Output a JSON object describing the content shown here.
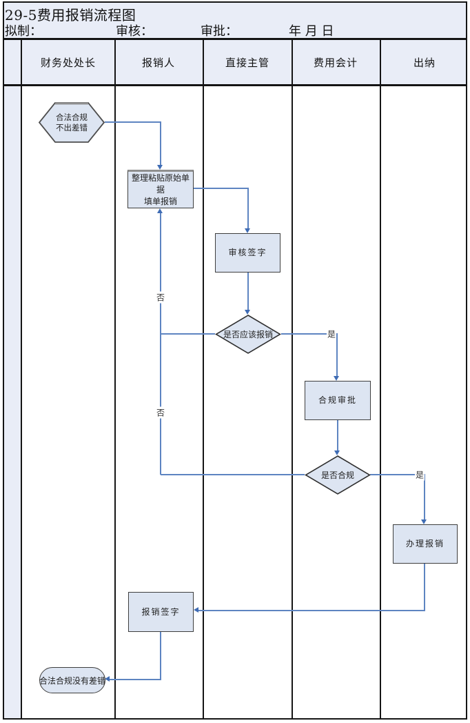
{
  "title": "29-5费用报销流程图",
  "meta": {
    "drafted_label": "拟制：",
    "review_label": "审核：",
    "approve_label": "审批：",
    "date_label": "年 月 日"
  },
  "lanes": [
    {
      "label": "财务处处长"
    },
    {
      "label": "报销人"
    },
    {
      "label": "直接主管"
    },
    {
      "label": "费用会计"
    },
    {
      "label": "出纳"
    }
  ],
  "nodes": {
    "start": {
      "line1": "合法合规",
      "line2": "不出差错"
    },
    "prepare": {
      "line1": "整理粘贴原始单据",
      "line2": "填单报销"
    },
    "review_sign": {
      "label": "审核签字"
    },
    "should_reimburse": {
      "label": "是否应该报销"
    },
    "compliance_approval": {
      "label": "合规审批"
    },
    "is_compliant": {
      "label": "是否合规"
    },
    "process_reimbursement": {
      "label": "办理报销"
    },
    "reimburse_sign": {
      "label": "报销签字"
    },
    "end": {
      "label": "合法合规没有差错"
    }
  },
  "edge_labels": {
    "should_yes": "是",
    "should_no": "否",
    "compliant_yes": "是",
    "compliant_no": "否"
  },
  "colors": {
    "header_bg": "#e9edf7",
    "shape_fill": "#dde5f2",
    "connector_blue": "#5d84c1",
    "arrow_blue": "#3f6cb4",
    "shape_border": "#3d3d3d",
    "grid_border": "#141414"
  }
}
